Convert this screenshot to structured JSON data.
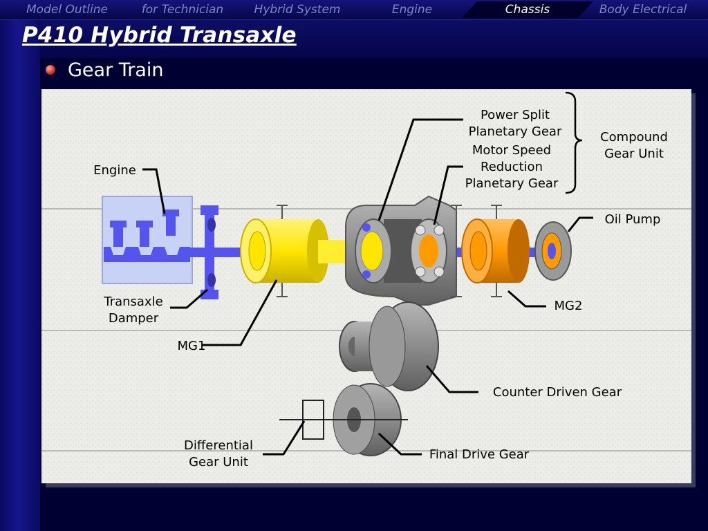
{
  "nav": {
    "tabs": [
      {
        "label": "Model Outline"
      },
      {
        "label": "for Technician"
      },
      {
        "label": "Hybrid System"
      },
      {
        "label": "Engine"
      },
      {
        "label": "Chassis"
      },
      {
        "label": "Body Electrical"
      }
    ],
    "active": "Chassis"
  },
  "title": "P410 Hybrid Transaxle",
  "subtitle": "Gear Train",
  "diagram": {
    "labels": {
      "power_split_1": "Power Split",
      "power_split_2": "Planetary Gear",
      "motor_speed_1": "Motor Speed",
      "motor_speed_2": "Reduction",
      "motor_speed_3": "Planetary Gear",
      "compound_1": "Compound",
      "compound_2": "Gear Unit",
      "engine": "Engine",
      "oil_pump": "Oil Pump",
      "damper_1": "Transaxle",
      "damper_2": "Damper",
      "mg2": "MG2",
      "mg1": "MG1",
      "counter": "Counter Driven Gear",
      "diff_1": "Differential",
      "diff_2": "Gear Unit",
      "final": "Final Drive Gear"
    }
  },
  "colors": {
    "mg1": "#ffee00",
    "mg2": "#ff9900",
    "shaft": "#5555ee",
    "engine": "#c8d2f5",
    "gear_grey": "#8a8a8a",
    "background": "#000033"
  }
}
